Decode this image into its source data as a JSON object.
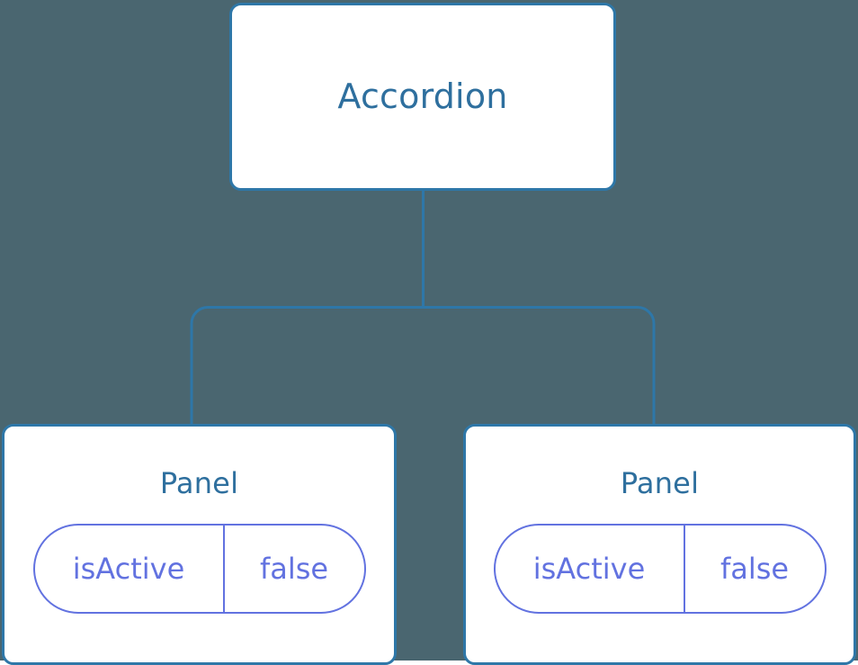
{
  "diagram": {
    "type": "component-tree",
    "background_color": "#4a6670",
    "edge_color": "#2e77a8",
    "node_border_color": "#2e77a8",
    "node_fill_color": "#ffffff",
    "node_title_color": "#2e6f9e",
    "state_color": "#6272e0",
    "root": {
      "title": "Accordion"
    },
    "children": [
      {
        "title": "Panel",
        "state": {
          "key": "isActive",
          "value": "false"
        }
      },
      {
        "title": "Panel",
        "state": {
          "key": "isActive",
          "value": "false"
        }
      }
    ]
  }
}
